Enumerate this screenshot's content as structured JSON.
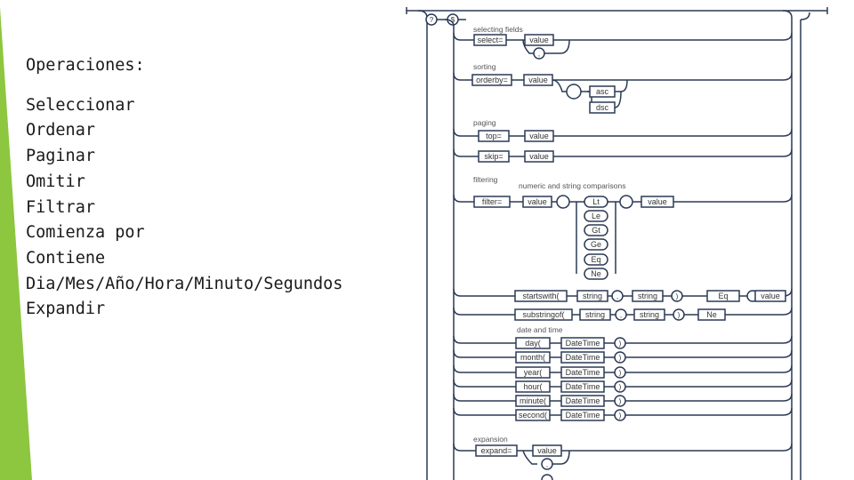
{
  "slide": {
    "heading": "Operaciones:",
    "items": [
      "Seleccionar",
      "Ordenar",
      "Paginar",
      "Omitir",
      "Filtrar",
      "Comienza por",
      "Contiene",
      "Dia/Mes/Año/Hora/Minuto/Segundos",
      "Expandir"
    ],
    "accent_color": "#8dc63f"
  },
  "diagram": {
    "colors": {
      "line": "#2b3a55",
      "text": "#333333",
      "section_text": "#555555"
    },
    "icons": [
      "question-icon",
      "dollar-icon"
    ],
    "start_symbols": [
      "?",
      "$"
    ],
    "sections": {
      "selecting_fields": "selecting fields",
      "sorting": "sorting",
      "paging": "paging",
      "filtering": "filtering",
      "numeric_string": "numeric and string comparisons",
      "date_time": "date and time",
      "expansion": "expansion"
    },
    "tokens": {
      "select": "select=",
      "orderby": "orderby=",
      "asc": "asc",
      "dsc": "dsc",
      "top": "top=",
      "skip": "skip=",
      "filter": "filter=",
      "value": "value",
      "comma": ",",
      "comparisons": [
        "Lt",
        "Le",
        "Gt",
        "Ge",
        "Eq",
        "Ne"
      ],
      "startswith": "startswith(",
      "substringof": "substringof(",
      "string": "string",
      "close_paren": ")",
      "eq": "Eq",
      "ne": "Ne",
      "date_functions": [
        "day(",
        "month(",
        "year(",
        "hour(",
        "minute(",
        "second("
      ],
      "datetime": "DateTime",
      "expand": "expand="
    }
  }
}
